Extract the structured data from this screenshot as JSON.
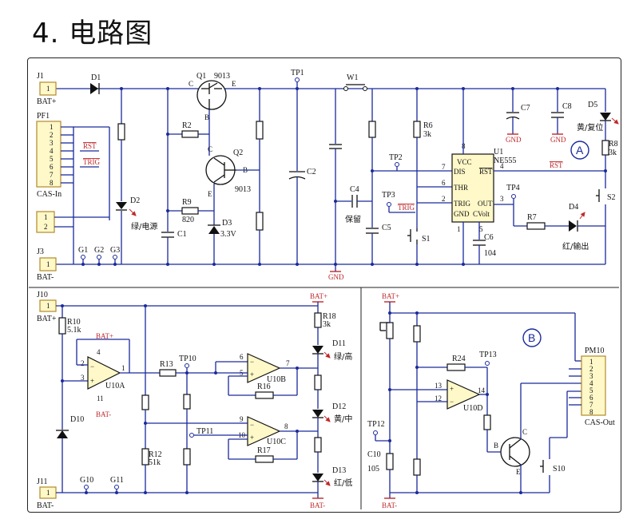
{
  "heading": "4. 电路图",
  "sectionA": {
    "marker": "A",
    "connectors": {
      "j1": "J1",
      "j1_pin": "1",
      "bat_plus": "BAT+",
      "j3": "J3",
      "j3_pin": "1",
      "bat_minus": "BAT-",
      "pf1": "PF1",
      "pf1_pins": [
        "1",
        "2",
        "3",
        "4",
        "5",
        "6",
        "7",
        "8"
      ],
      "cas_in": "CAS-In",
      "rst": "RST",
      "trig": "TRIG",
      "j2_pins": [
        "1",
        "2"
      ]
    },
    "grounds": [
      "G1",
      "G2",
      "G3"
    ],
    "diodes": {
      "d1": "D1",
      "d2": "D2",
      "d2_label": "绿/电源",
      "d3": "D3",
      "d3_value": "3.3V",
      "d4": "D4",
      "d4_label": "红/输出",
      "d5": "D5",
      "d5_label": "黄/复位"
    },
    "transistors": {
      "q1": "Q1",
      "q1_type": "9013",
      "q2": "Q2",
      "q2_type": "9013",
      "pin_c": "C",
      "pin_e": "E",
      "pin_b": "B"
    },
    "resistors": {
      "r2": "R2",
      "r9": "R9",
      "r9_value": "820",
      "r6": "R6",
      "r6_value": "3k",
      "r7": "R7",
      "r8": "R8",
      "r8_value": "3k"
    },
    "capacitors": {
      "c1": "C1",
      "c2": "C2",
      "c4": "C4",
      "c4_label": "保留",
      "c5": "C5",
      "c6": "C6",
      "c6_value": "104",
      "c7": "C7",
      "c8": "C8"
    },
    "test_points": [
      "TP1",
      "TP2",
      "TP3",
      "TP4"
    ],
    "switches": {
      "w1": "W1",
      "s1": "S1",
      "s2": "S2"
    },
    "ic": {
      "name": "U1",
      "part": "NE555",
      "pins": {
        "vcc": "VCC",
        "dis": "DIS",
        "thr": "THR",
        "trig": "TRIG",
        "gnd": "GND",
        "cvolt": "CVolt",
        "out": "OUT",
        "rst": "RST"
      },
      "pin_numbers": [
        "8",
        "7",
        "6",
        "2",
        "1",
        "5",
        "3",
        "4"
      ]
    },
    "gnd_label": "GND",
    "rst_label": "RST",
    "trig_label": "TRIG"
  },
  "sectionB": {
    "marker": "B",
    "connectors": {
      "j10": "J10",
      "j10_pin": "1",
      "bat_plus": "BAT+",
      "j11": "J11",
      "j11_pin": "1",
      "bat_minus": "BAT-",
      "pm10": "PM10",
      "pm10_pins": [
        "1",
        "2",
        "3",
        "4",
        "5",
        "6",
        "7",
        "8"
      ],
      "cas_out": "CAS-Out"
    },
    "grounds": [
      "G10",
      "G11"
    ],
    "opamps": {
      "u10a": "U10A",
      "u10b": "U10B",
      "u10c": "U10C",
      "u10d": "U10D"
    },
    "resistors": {
      "r10": "R10",
      "r10_value": "5.1k",
      "r12": "R12",
      "r12_value": "51k",
      "r13": "R13",
      "r16": "R16",
      "r17": "R17",
      "r18": "R18",
      "r18_value": "3k",
      "r24": "R24"
    },
    "diodes": {
      "d10": "D10",
      "d11": "D11",
      "d11_label": "绿/高",
      "d12": "D12",
      "d12_label": "黄/中",
      "d13": "D13",
      "d13_label": "红/低"
    },
    "capacitors": {
      "c10": "C10",
      "c10_value": "105"
    },
    "test_points": [
      "TP10",
      "TP11",
      "TP12",
      "TP13"
    ],
    "switches": {
      "s10": "S10"
    },
    "rail_plus": "BAT+",
    "rail_minus": "BAT-",
    "pins": {
      "p1": "1",
      "p2": "2",
      "p3": "3",
      "p4": "4",
      "p5": "5",
      "p6": "6",
      "p7": "7",
      "p8": "8",
      "p9": "9",
      "p10": "10",
      "p11": "11",
      "p12": "12",
      "p13": "13",
      "p14": "14"
    },
    "q_pins": {
      "b": "B",
      "c": "C",
      "e": "E"
    }
  },
  "colors": {
    "wire": "#1a2a9c",
    "label_red": "#c0282c",
    "connector_fill": "#fff8c8"
  }
}
